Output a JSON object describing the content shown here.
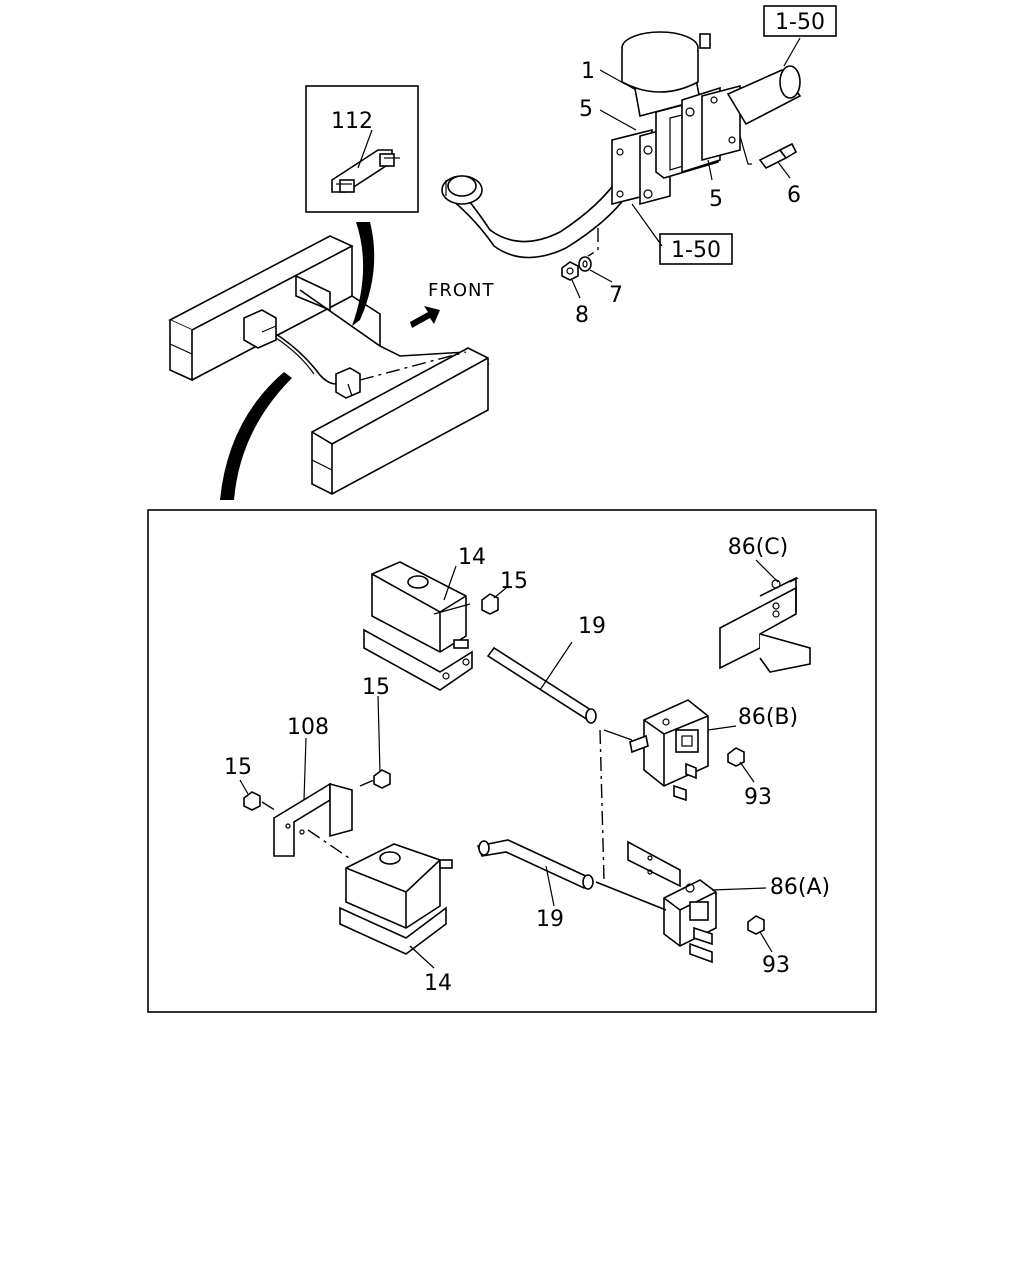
{
  "labels": {
    "p1": "1",
    "p5a": "5",
    "p5b": "5",
    "p6": "6",
    "p7": "7",
    "p8": "8",
    "p112": "112",
    "p14a": "14",
    "p14b": "14",
    "p15a": "15",
    "p15b": "15",
    "p15c": "15",
    "p19a": "19",
    "p19b": "19",
    "p108": "108",
    "p86a": "86(A)",
    "p86b": "86(B)",
    "p86c": "86(C)",
    "p93a": "93",
    "p93b": "93"
  },
  "refs": {
    "top": "1-50",
    "mid": "1-50"
  },
  "front_label": "FRONT"
}
